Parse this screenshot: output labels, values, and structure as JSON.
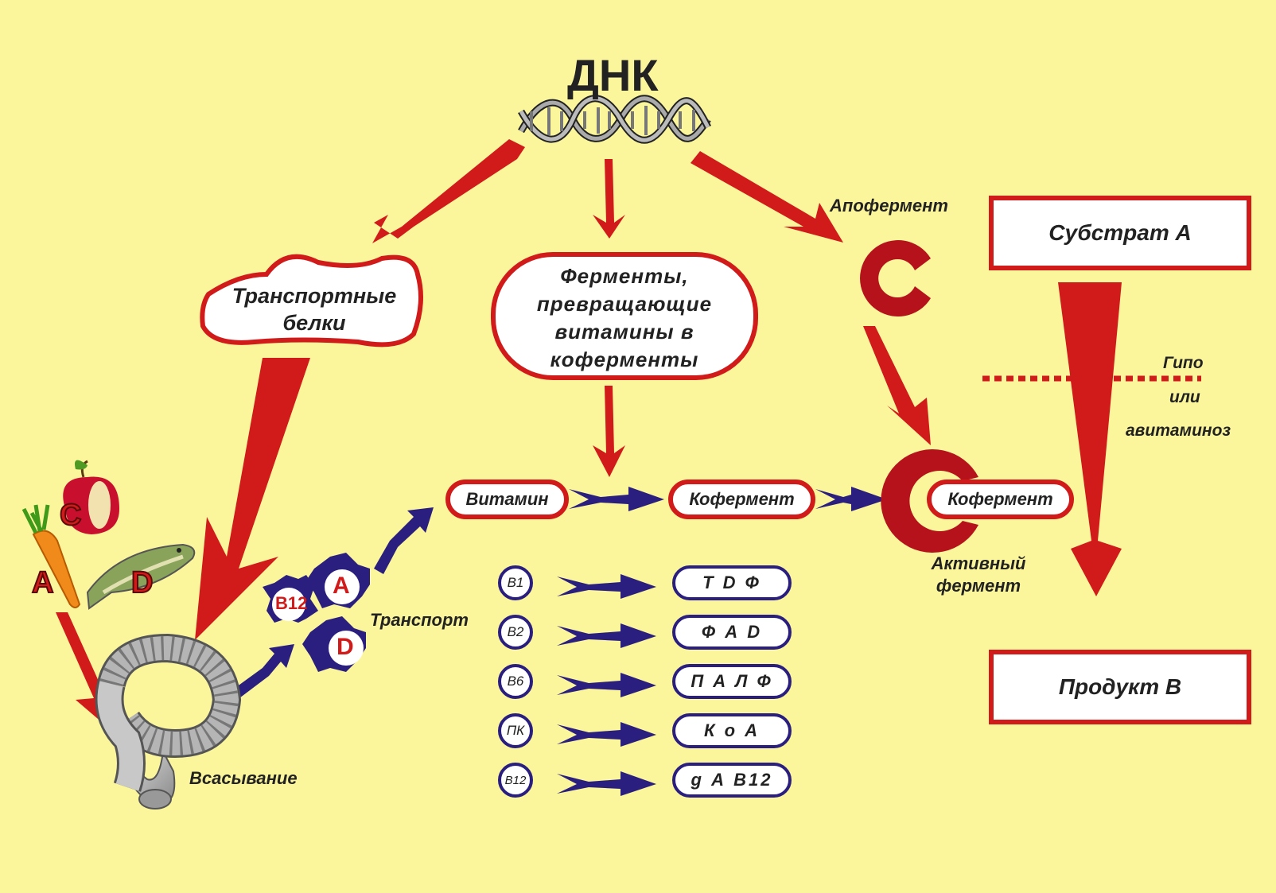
{
  "title": "ДНК",
  "nodes": {
    "transport_proteins": "Транспортные\nбелки",
    "enzymes_converting": "Ферменты,\nпревращающие\nвитамины в\nкоферменты",
    "apoenzyme": "Апофермент",
    "substrate": "Субстрат А",
    "product": "Продукт В",
    "vitamin": "Витамин",
    "coenzyme": "Кофермент",
    "coenzyme_active": "Кофермент",
    "active_enzyme": "Активный\nфермент",
    "transport": "Транспорт",
    "absorption": "Всасывание",
    "hypo1": "Гипо",
    "hypo2": "или",
    "hypo3": "авитаминоз"
  },
  "food_vitamins": [
    "C",
    "A",
    "D"
  ],
  "transport_vitamins": [
    "B12",
    "A",
    "D"
  ],
  "vitamin_table": [
    {
      "vitamin": "B1",
      "coenzyme": "Т D Ф"
    },
    {
      "vitamin": "B2",
      "coenzyme": "Ф А D"
    },
    {
      "vitamin": "B6",
      "coenzyme": "П А Л Ф"
    },
    {
      "vitamin": "ПК",
      "coenzyme": "К о А"
    },
    {
      "vitamin": "B12",
      "coenzyme": "g А B12"
    }
  ],
  "colors": {
    "background": "#fbf59c",
    "red": "#d11a1a",
    "blue": "#2a1f7e",
    "enzyme": "#b5121b"
  }
}
